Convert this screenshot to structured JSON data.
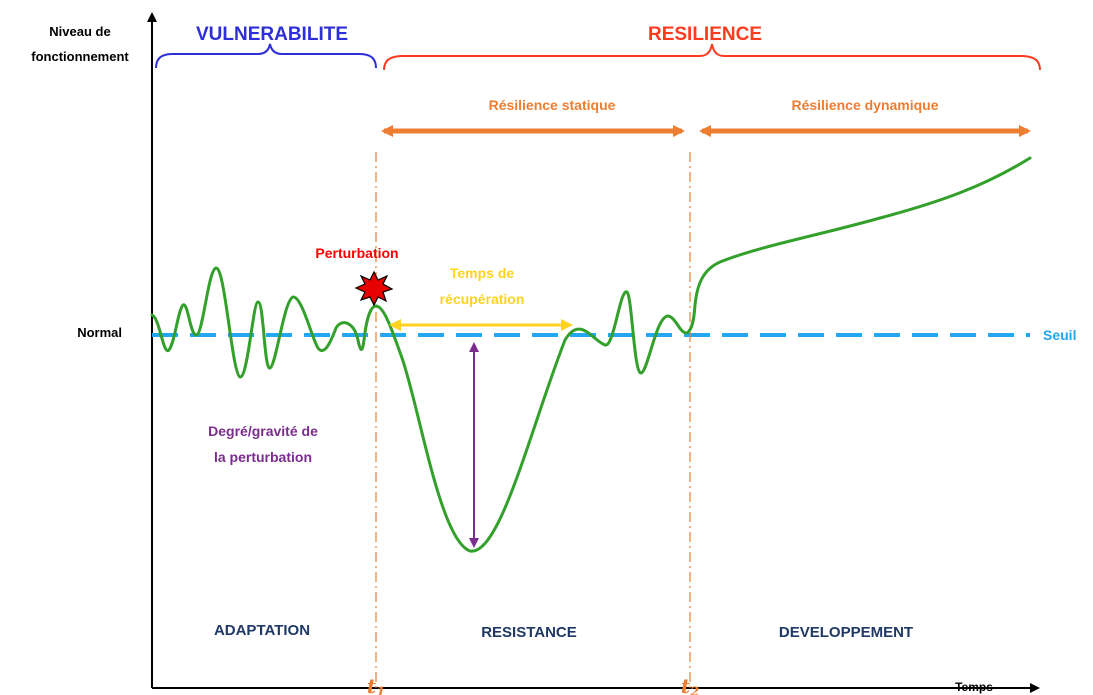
{
  "axes": {
    "y_label_line1": "Niveau de",
    "y_label_line2": "fonctionnement",
    "x_label": "Temps",
    "normal_label": "Normal",
    "threshold_label": "Seuil",
    "t1_main": "t",
    "t1_sub": "1",
    "t2_main": "t",
    "t2_sub": "2"
  },
  "header": {
    "vulnerability": "VULNERABILITE",
    "resilience": "RESILIENCE",
    "static_resilience": "Résilience statique",
    "dynamic_resilience": "Résilience dynamique"
  },
  "annotations": {
    "perturbation": "Perturbation",
    "recovery_line1": "Temps de",
    "recovery_line2": "récupération",
    "severity_line1": "Degré/gravité de",
    "severity_line2": "la perturbation"
  },
  "phases": {
    "adaptation": "ADAPTATION",
    "resistance": "RESISTANCE",
    "development": "DEVELOPPEMENT"
  },
  "colors": {
    "axis": "#000000",
    "vulnerability": "#2f2fd8",
    "resilience": "#ff3b1f",
    "resilience_bars": "#ed7d31",
    "curve": "#33a02c",
    "threshold": "#22a7f0",
    "perturbation": "#ff0000",
    "recovery": "#ffd21f",
    "severity": "#7b2d8e",
    "phase_text": "#1f3864"
  }
}
